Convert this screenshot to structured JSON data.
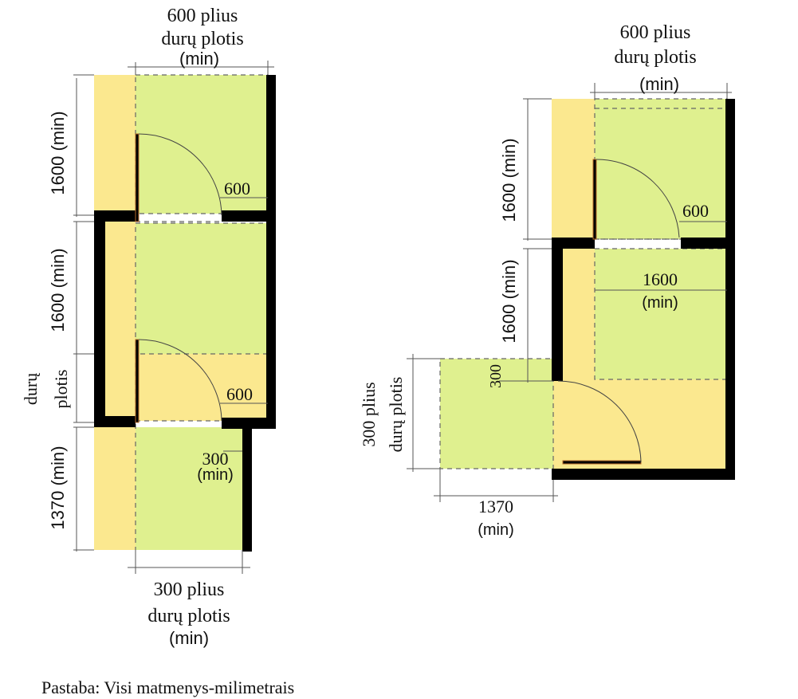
{
  "colors": {
    "yellow": "#fbe88f",
    "green": "#dff08f",
    "wall": "#000000",
    "door_line": "#b46a2a"
  },
  "left": {
    "top_dim_l1": "600 plius",
    "top_dim_l2": "durų plotis",
    "top_dim_l3": "(min)",
    "dim_1600_a": "1600 (min)",
    "dim_1600_b": "1600 (min)",
    "dim_duru_l1": "durų",
    "dim_duru_l2": "plotis",
    "dim_1370": "1370 (min)",
    "label_600_top": "600",
    "label_600_bot": "600",
    "label_300": "300",
    "label_300_min": "(min)",
    "bottom_dim_l1": "300 plius",
    "bottom_dim_l2": "durų plotis",
    "bottom_dim_l3": "(min)"
  },
  "right": {
    "top_dim_l1": "600 plius",
    "top_dim_l2": "durų plotis",
    "top_dim_l3": "(min)",
    "dim_1600_a": "1600  (min)",
    "dim_1600_b": "1600 (min)",
    "label_600": "600",
    "label_1600": "1600",
    "label_1600_min": "(min)",
    "label_300": "300",
    "side_dim_l1": "300 plius",
    "side_dim_l2": "durų plotis",
    "bottom_dim": "1370",
    "bottom_dim_min": "(min)"
  },
  "note": "Pastaba: Visi matmenys-milimetrais"
}
